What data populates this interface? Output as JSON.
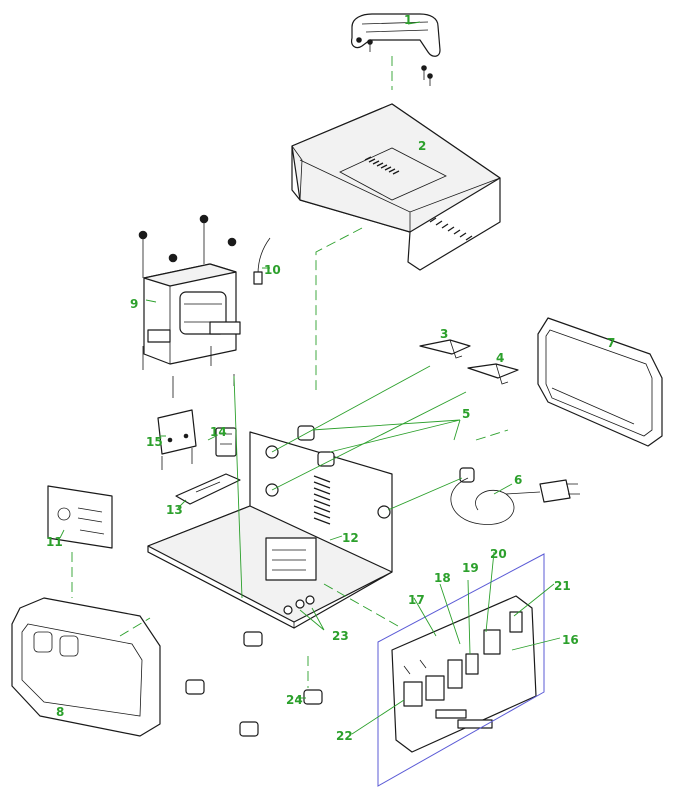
{
  "colors": {
    "label": "#2ca02c",
    "leader": "#2ca02c",
    "outline": "#1a1a1a",
    "pcb_box": "#5b5bd6"
  },
  "parts": [
    {
      "id": "1",
      "label": "1",
      "name": "carry handle"
    },
    {
      "id": "2",
      "label": "2",
      "name": "top cover"
    },
    {
      "id": "3",
      "label": "3",
      "name": "red clamp"
    },
    {
      "id": "4",
      "label": "4",
      "name": "black clamp"
    },
    {
      "id": "5",
      "label": "5",
      "name": "cable glands"
    },
    {
      "id": "6",
      "label": "6",
      "name": "mains cable"
    },
    {
      "id": "7",
      "label": "7",
      "name": "rear panel"
    },
    {
      "id": "8",
      "label": "8",
      "name": "front panel"
    },
    {
      "id": "9",
      "label": "9",
      "name": "transformer"
    },
    {
      "id": "10",
      "label": "10",
      "name": "thermal sensor"
    },
    {
      "id": "11",
      "label": "11",
      "name": "front pcb"
    },
    {
      "id": "12",
      "label": "12",
      "name": "chassis"
    },
    {
      "id": "13",
      "label": "13",
      "name": "switch board"
    },
    {
      "id": "14",
      "label": "14",
      "name": "switch"
    },
    {
      "id": "15",
      "label": "15",
      "name": "bracket"
    },
    {
      "id": "16",
      "label": "16",
      "name": "component"
    },
    {
      "id": "17",
      "label": "17",
      "name": "component"
    },
    {
      "id": "18",
      "label": "18",
      "name": "component"
    },
    {
      "id": "19",
      "label": "19",
      "name": "component"
    },
    {
      "id": "20",
      "label": "20",
      "name": "component"
    },
    {
      "id": "21",
      "label": "21",
      "name": "component"
    },
    {
      "id": "22",
      "label": "22",
      "name": "component"
    },
    {
      "id": "23",
      "label": "23",
      "name": "terminals"
    },
    {
      "id": "24",
      "label": "24",
      "name": "foot"
    }
  ]
}
